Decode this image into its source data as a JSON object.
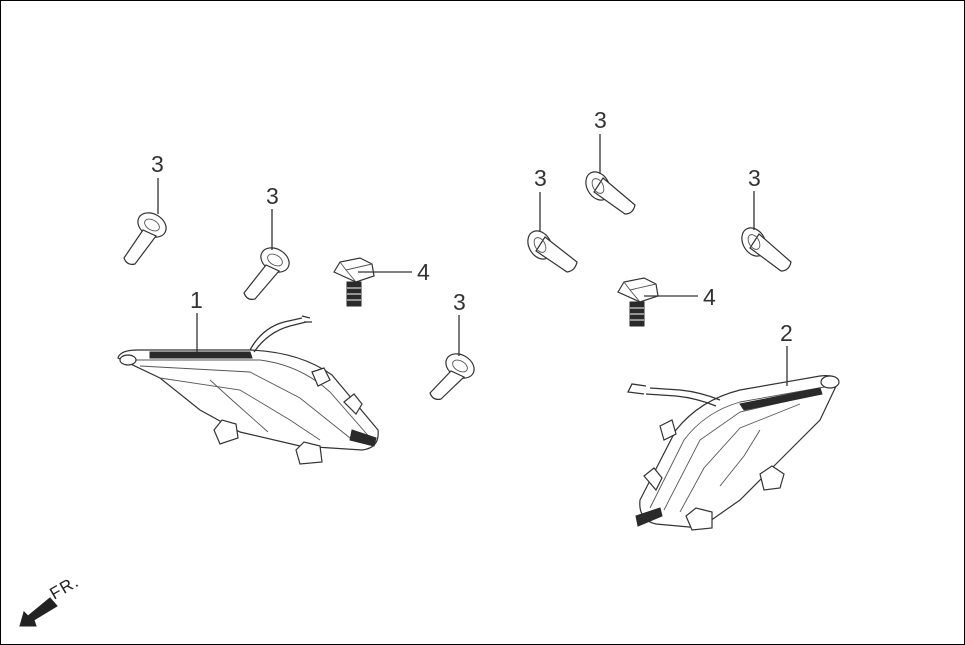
{
  "diagram": {
    "direction_label": "FR.",
    "callouts": {
      "lamp_left": "1",
      "lamp_right": "2",
      "screw": "3",
      "bolt": "4"
    },
    "colors": {
      "line": "#333333",
      "background": "#ffffff"
    }
  }
}
